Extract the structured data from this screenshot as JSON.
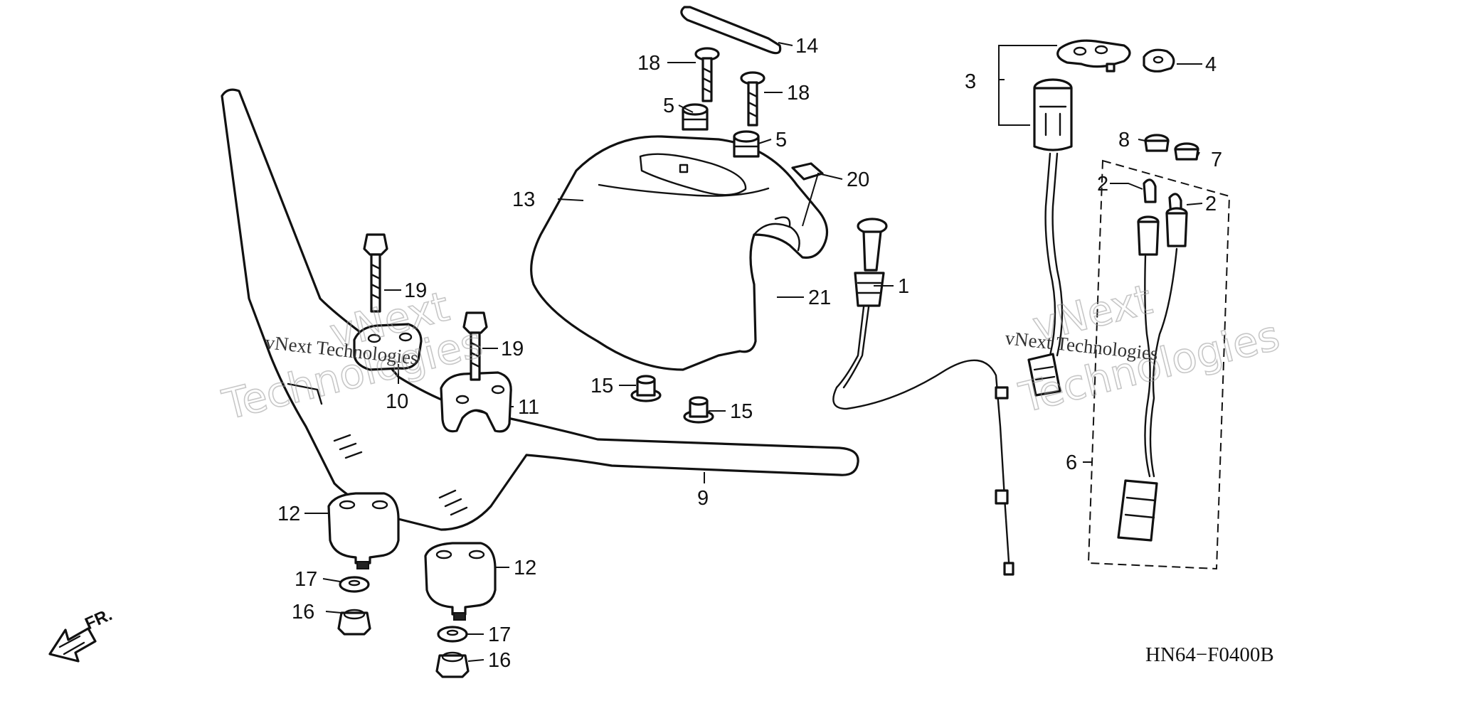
{
  "diagram": {
    "code": "HN64−F0400B",
    "direction_label": "FR.",
    "callouts": {
      "c1": "1",
      "c2a": "2",
      "c2b": "2",
      "c3": "3",
      "c4": "4",
      "c5a": "5",
      "c5b": "5",
      "c6": "6",
      "c7": "7",
      "c8": "8",
      "c9": "9",
      "c10": "10",
      "c11": "11",
      "c12a": "12",
      "c12b": "12",
      "c13": "13",
      "c14": "14",
      "c15a": "15",
      "c15b": "15",
      "c16a": "16",
      "c16b": "16",
      "c17a": "17",
      "c17b": "17",
      "c18a": "18",
      "c18b": "18",
      "c19a": "19",
      "c19b": "19",
      "c20": "20",
      "c21": "21"
    },
    "watermarks": {
      "left_top": "vNext",
      "left_bottom": "Technologies",
      "left_line": "vNext Technologies",
      "right_top": "vNext",
      "right_bottom": "Technologies",
      "right_line": "vNext Technologies"
    }
  }
}
